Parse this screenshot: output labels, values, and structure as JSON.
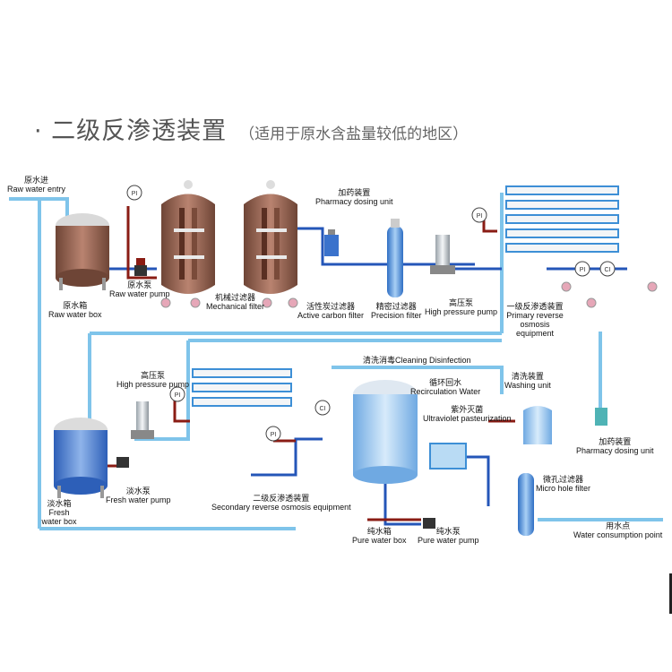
{
  "header": {
    "title": "· 二级反渗透装置",
    "subtitle": "（适用于原水含盐量较低的地区）"
  },
  "labels": {
    "raw_water_entry": {
      "zh": "原水进",
      "en": "Raw water entry"
    },
    "raw_water_box": {
      "zh": "原水箱",
      "en": "Raw water box"
    },
    "raw_water_pump": {
      "zh": "原水泵",
      "en": "Raw water pump"
    },
    "mechanical_filter": {
      "zh": "机械过滤器",
      "en": "Mechanical filter"
    },
    "pharmacy_dosing_top": {
      "zh": "加药装置",
      "en": "Pharmacy dosing unit"
    },
    "active_carbon_filter": {
      "zh": "活性炭过滤器",
      "en": "Active carbon filter"
    },
    "precision_filter": {
      "zh": "精密过滤器",
      "en": "Precision filter"
    },
    "high_pressure_pump_top": {
      "zh": "高压泵",
      "en": "High pressure pump"
    },
    "primary_ro": {
      "zh": "一级反渗透装置",
      "en": "Primary reverse osmosis equipment"
    },
    "cleaning_disinfection": {
      "zh": "清洗消毒",
      "en": "Cleaning Disinfection"
    },
    "recirculation_water": {
      "zh": "循环回水",
      "en": "Recirculation Water"
    },
    "washing_unit": {
      "zh": "清洗装置",
      "en": "Washing unit"
    },
    "high_pressure_pump_mid": {
      "zh": "高压泵",
      "en": "High pressure pump"
    },
    "uv_pasteurization": {
      "zh": "紫外灭菌",
      "en": "Ultraviolet pasteurization"
    },
    "pharmacy_dosing_right": {
      "zh": "加药装置",
      "en": "Pharmacy dosing unit"
    },
    "fresh_water_box": {
      "zh": "淡水箱",
      "en": "Fresh water box"
    },
    "fresh_water_pump": {
      "zh": "淡水泵",
      "en": "Fresh water pump"
    },
    "secondary_ro": {
      "zh": "二级反渗透装置",
      "en": "Secondary reverse osmosis equipment"
    },
    "micro_hole_filter": {
      "zh": "微孔过滤器",
      "en": "Micro hole filter"
    },
    "pure_water_box": {
      "zh": "纯水箱",
      "en": "Pure water box"
    },
    "pure_water_pump": {
      "zh": "纯水泵",
      "en": "Pure water pump"
    },
    "water_consumption_point": {
      "zh": "用水点",
      "en": "Water consumption point"
    }
  },
  "gauges": {
    "pi": "PI",
    "ci": "CI"
  },
  "colors": {
    "pipe_light": "#7fc4ea",
    "pipe_mid": "#3d8fd6",
    "pipe_dark": "#2456b8",
    "drain_red": "#8a1c14",
    "brown_tank": "#8a5a44",
    "rust_vessel": "#a8705c",
    "fresh_blue": "#4b7fd0",
    "pure_blue": "#8ec0ee"
  }
}
